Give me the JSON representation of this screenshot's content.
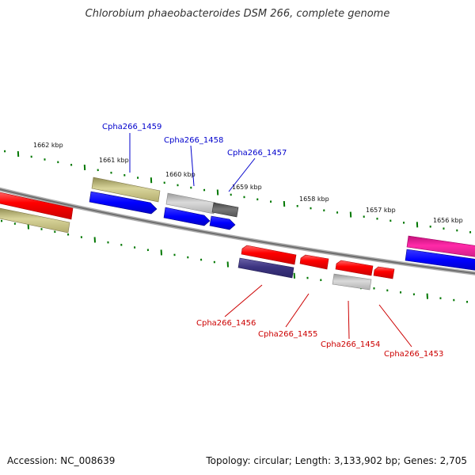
{
  "header": {
    "title": "Chlorobium phaeobacteroides DSM 266, complete genome"
  },
  "footer": {
    "accession": "Accession: NC_008639",
    "summary": "Topology: circular; Length: 3,133,902 bp; Genes: 2,705"
  },
  "ruler": {
    "ticks": [
      "1662 kbp",
      "1661 kbp",
      "1660 kbp",
      "1659 kbp",
      "1658 kbp",
      "1657 kbp",
      "1656 kbp"
    ],
    "tick_color": "#007700"
  },
  "genes": {
    "forward": [
      {
        "label": "Cpha266_1459",
        "color": "#0000cc"
      },
      {
        "label": "Cpha266_1458",
        "color": "#0000cc"
      },
      {
        "label": "Cpha266_1457",
        "color": "#0000cc"
      }
    ],
    "reverse": [
      {
        "label": "Cpha266_1456",
        "color": "#cc0000"
      },
      {
        "label": "Cpha266_1455",
        "color": "#cc0000"
      },
      {
        "label": "Cpha266_1454",
        "color": "#cc0000"
      },
      {
        "label": "Cpha266_1453",
        "color": "#cc0000"
      }
    ]
  },
  "colors": {
    "backbone": "#777777",
    "cds_forward": "#0000ff",
    "cds_reverse": "#ff0000",
    "gene_olive": "#b8b070",
    "gene_grey": "#b0b0b0",
    "gene_dark": "#555555",
    "gene_purple": "#3c3480",
    "gene_pink": "#ff1aa0"
  }
}
